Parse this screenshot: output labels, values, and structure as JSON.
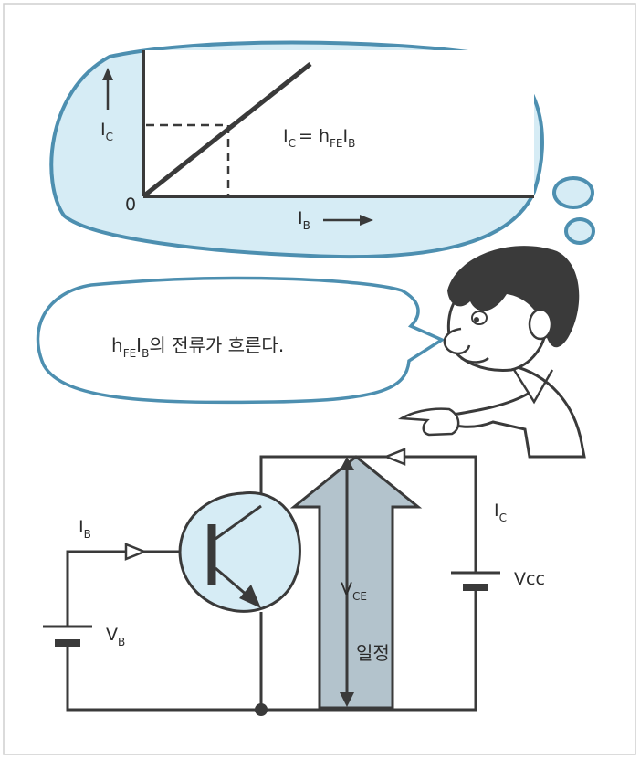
{
  "colors": {
    "ink": "#3a3a3a",
    "bubble_fill": "#d6ecf5",
    "bubble_stroke": "#4d8fb0",
    "arrow_fill": "#b3c3cc",
    "frame": "#cfcfcf"
  },
  "graph": {
    "y_axis_main": "I",
    "y_axis_sub": "C",
    "x_axis_main": "I",
    "x_axis_sub": "B",
    "origin": "0",
    "eq_ic_main": "I",
    "eq_ic_sub": "C",
    "eq_equals": "= h",
    "eq_hfe_sub": "FE",
    "eq_ib_main": "I",
    "eq_ib_sub": "B"
  },
  "speech": {
    "h_main": "h",
    "fe_sub": "FE",
    "i_main": "I",
    "b_sub": "B",
    "text": "의 전류가 흐른다."
  },
  "circuit": {
    "ib_main": "I",
    "ib_sub": "B",
    "vb_main": "V",
    "vb_sub": "B",
    "ic_main": "I",
    "ic_sub": "C",
    "vcc_label": "Vcc",
    "vce_main": "V",
    "vce_sub": "CE",
    "constant_label": "일정"
  }
}
